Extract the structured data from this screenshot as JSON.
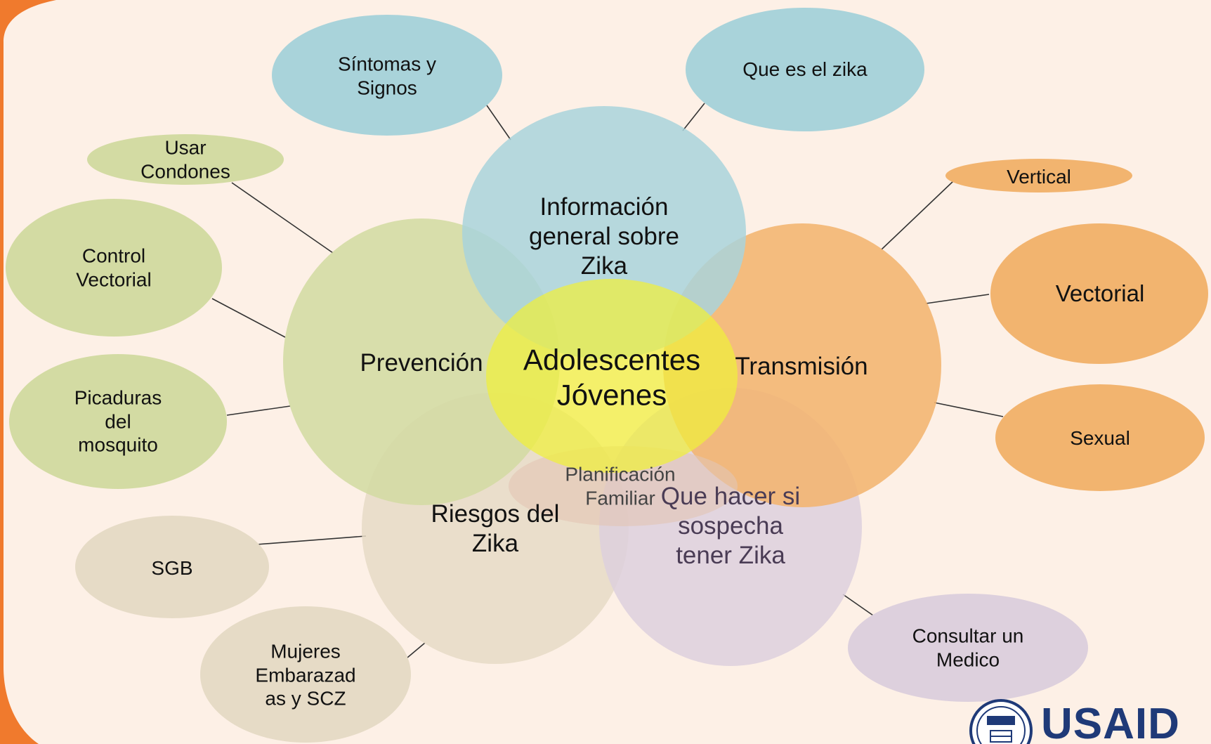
{
  "colors": {
    "background": "#fdf0e6",
    "accent_orange": "#f07a2d",
    "blue": "#a9d3da",
    "green": "#d3dba3",
    "orange": "#f2b46f",
    "beige": "#e6dbc6",
    "purple": "#ddd0dd",
    "yellow": "#f0f03a",
    "connector": "#333333",
    "usaid_blue": "#1f3a78"
  },
  "diagram": {
    "center": {
      "label": "Adolescentes\nJóvenes",
      "color": "#f0f03a"
    },
    "hubs": [
      {
        "id": "info",
        "label": "Información\ngeneral sobre\nZika",
        "color": "#a9d3da"
      },
      {
        "id": "prevencion",
        "label": "Prevención",
        "color": "#d3dba3"
      },
      {
        "id": "transmision",
        "label": "Transmisión",
        "color": "#f2b46f"
      },
      {
        "id": "riesgos",
        "label": "Riesgos del\nZika",
        "color": "#e6dbc6"
      },
      {
        "id": "que_hacer",
        "label": "Que hacer si\nsospecha\ntener Zika",
        "color": "#ddd0dd"
      },
      {
        "id": "planificacion",
        "label": "Planificación\nFamiliar",
        "color": "#e3c4b4"
      }
    ],
    "leaves": [
      {
        "id": "sintomas",
        "label": "Síntomas y\nSignos",
        "parent": "info"
      },
      {
        "id": "que_es",
        "label": "Que es el zika",
        "parent": "info"
      },
      {
        "id": "condones",
        "label": "Usar\nCondones",
        "parent": "prevencion"
      },
      {
        "id": "control",
        "label": "Control\nVectorial",
        "parent": "prevencion"
      },
      {
        "id": "picaduras",
        "label": "Picaduras\ndel\nmosquito",
        "parent": "prevencion"
      },
      {
        "id": "vertical",
        "label": "Vertical",
        "parent": "transmision"
      },
      {
        "id": "vectorial",
        "label": "Vectorial",
        "parent": "transmision"
      },
      {
        "id": "sexual",
        "label": "Sexual",
        "parent": "transmision"
      },
      {
        "id": "sgb",
        "label": "SGB",
        "parent": "riesgos"
      },
      {
        "id": "mujeres",
        "label": "Mujeres\nEmbarazad\nas y SCZ",
        "parent": "riesgos"
      },
      {
        "id": "consultar",
        "label": "Consultar un\nMedico",
        "parent": "que_hacer"
      }
    ]
  },
  "logo": {
    "text": "USAID",
    "seal_icon": "usaid-seal-icon"
  }
}
